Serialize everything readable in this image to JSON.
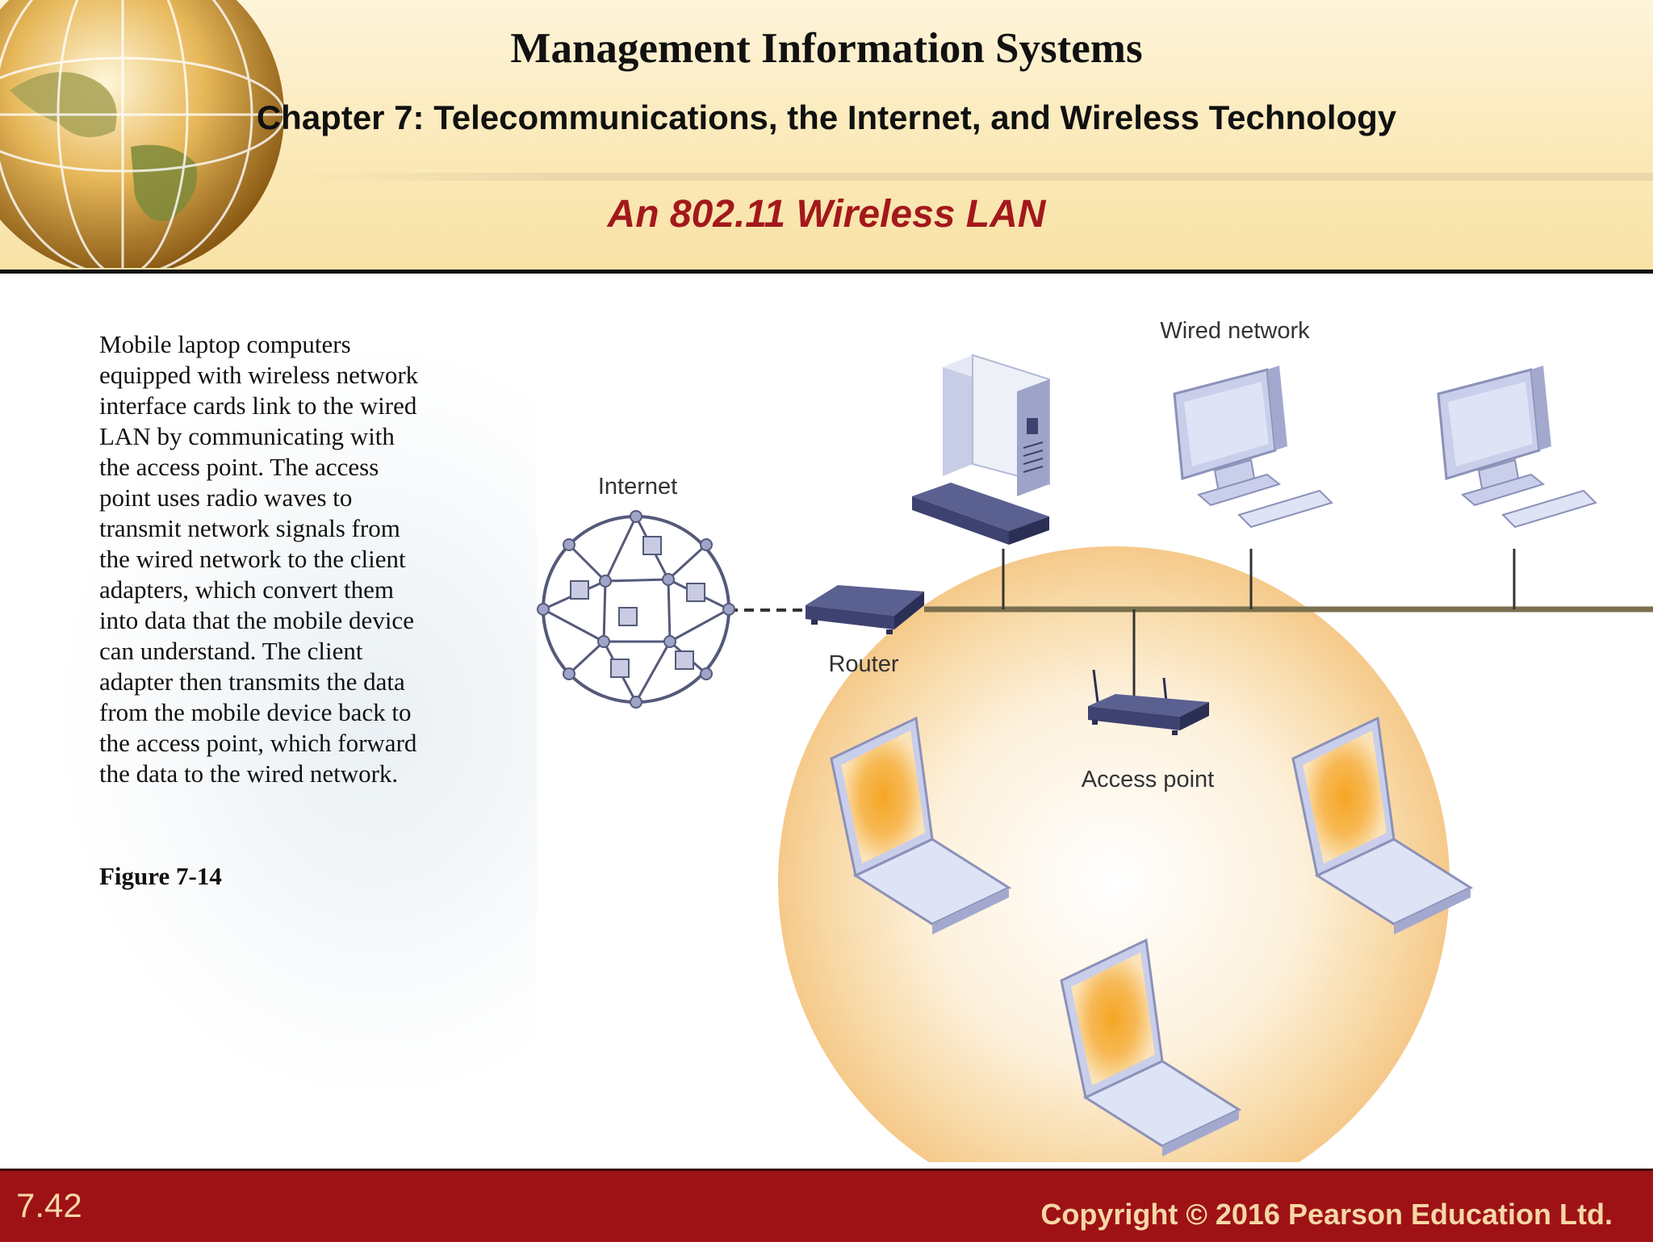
{
  "header": {
    "title": "Management Information Systems",
    "chapter": "Chapter 7: Telecommunications, the Internet, and Wireless Technology",
    "slide_title": "An 802.11 Wireless LAN"
  },
  "body": {
    "description_lines": [
      "Mobile laptop computers",
      "equipped with wireless network",
      "interface cards link to the wired",
      "LAN by communicating with",
      "the access point. The access",
      "point uses radio waves to",
      "transmit network signals from",
      "the wired network to the client",
      "adapters, which convert them",
      "into data that the mobile device",
      "can understand. The client",
      "adapter then transmits the data",
      "from the mobile device back to",
      "the access point, which forward",
      "the data to the wired network."
    ],
    "figure_label": "Figure 7-14"
  },
  "diagram": {
    "labels": {
      "wired_network": "Wired network",
      "internet": "Internet",
      "router": "Router",
      "access_point": "Access point"
    }
  },
  "footer": {
    "slide_number": "7.42",
    "copyright": "Copyright © 2016 Pearson Education Ltd."
  },
  "colors": {
    "title_red": "#a3181c",
    "footer_red": "#9e1216",
    "footer_text": "#f6d7a6",
    "device_navy": "#3d4270",
    "coverage_orange": "#f5a623"
  },
  "icons": [
    "globe-icon",
    "internet-cloud-icon",
    "router-icon",
    "server-tower-icon",
    "desktop-computer-icon",
    "access-point-icon",
    "laptop-icon"
  ]
}
